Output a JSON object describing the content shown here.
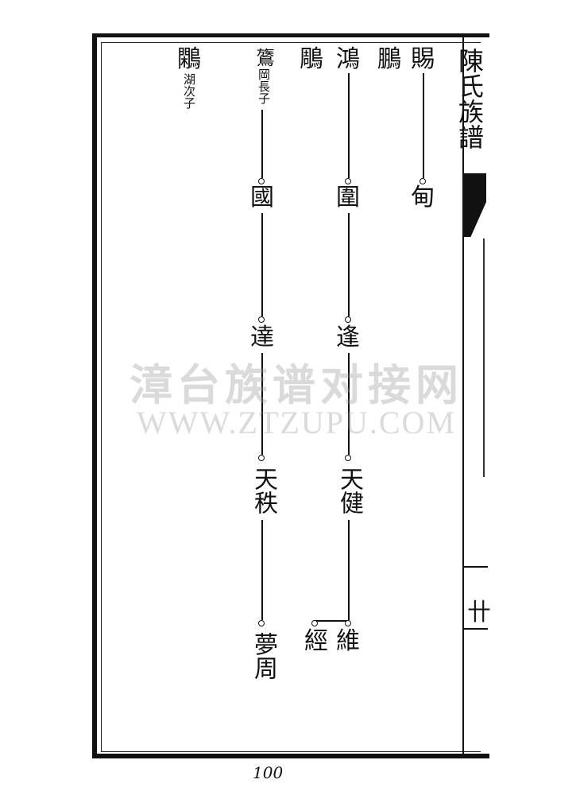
{
  "spine": {
    "title": "陳氏族譜",
    "page_mark": "卄"
  },
  "genealogy": {
    "columns": [
      {
        "head": "賜",
        "descendants": [
          "甸"
        ]
      },
      {
        "head": "鵬",
        "descendants": []
      },
      {
        "head": "鴻",
        "descendants": [
          "圍",
          "逢",
          "天健",
          "維"
        ],
        "branch": "經"
      },
      {
        "head": "鵰",
        "descendants": []
      },
      {
        "head": "鷟",
        "note": "岡長子",
        "descendants": [
          "國",
          "達",
          "天秩",
          "夢周"
        ]
      },
      {
        "head": "鷴",
        "note": "湖次子",
        "descendants": []
      }
    ]
  },
  "watermark": {
    "text": "漳台族谱对接网",
    "url": "WWW.ZTZUPU.COM"
  },
  "page_number": "100"
}
